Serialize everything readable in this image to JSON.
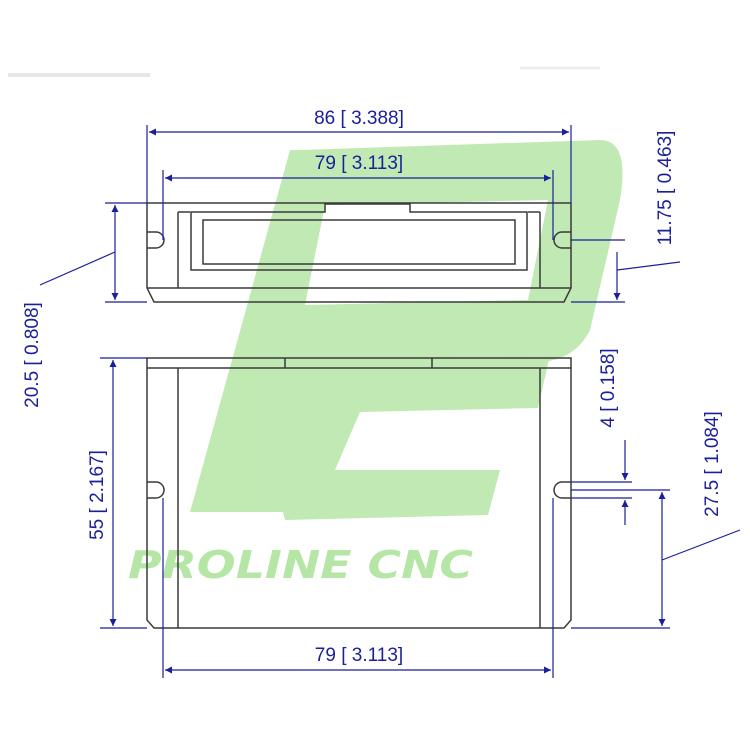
{
  "colors": {
    "line": "#3a3a3a",
    "dimension": "#1b1f9a",
    "watermark": "#b6e6a6"
  },
  "watermark": {
    "logo_text": "PROLINE CNC",
    "logo_icon": "pc-logo-icon"
  },
  "top_view": {
    "overall_width": "86 [ 3.388]",
    "hole_spacing": "79 [ 3.113]",
    "height": "20.5 [ 0.808]",
    "hole_offset": "11.75 [ 0.463]"
  },
  "front_view": {
    "height": "55 [ 2.167]",
    "slot_width": "4 [ 0.158]",
    "slot_offset": "27.5 [ 1.084]",
    "hole_spacing": "79 [ 3.113]"
  }
}
